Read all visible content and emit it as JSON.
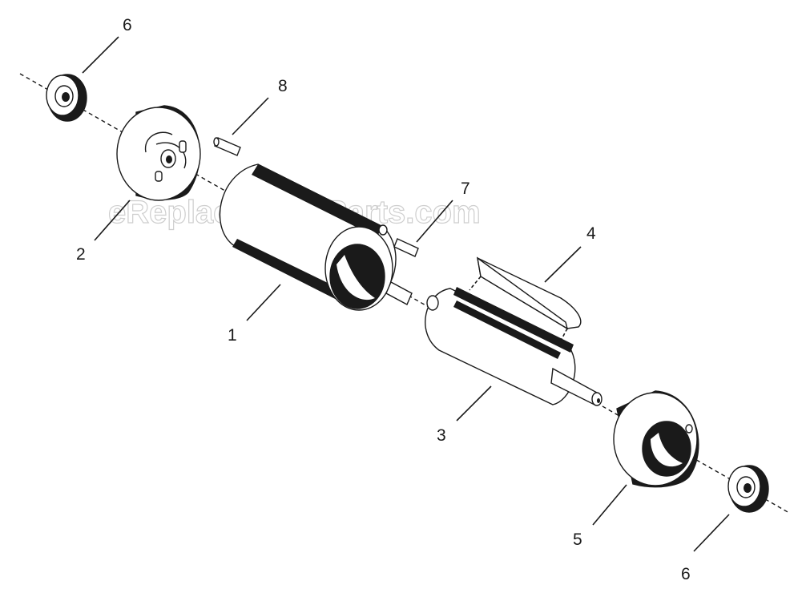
{
  "watermark": "eReplacementParts.com",
  "callouts": {
    "housing": "1",
    "end_plate_left": "2",
    "rotor": "3",
    "vane": "4",
    "end_plate_right": "5",
    "bearing_top": "6",
    "bearing_bottom": "6",
    "pin_lower": "7",
    "pin_upper": "8"
  }
}
